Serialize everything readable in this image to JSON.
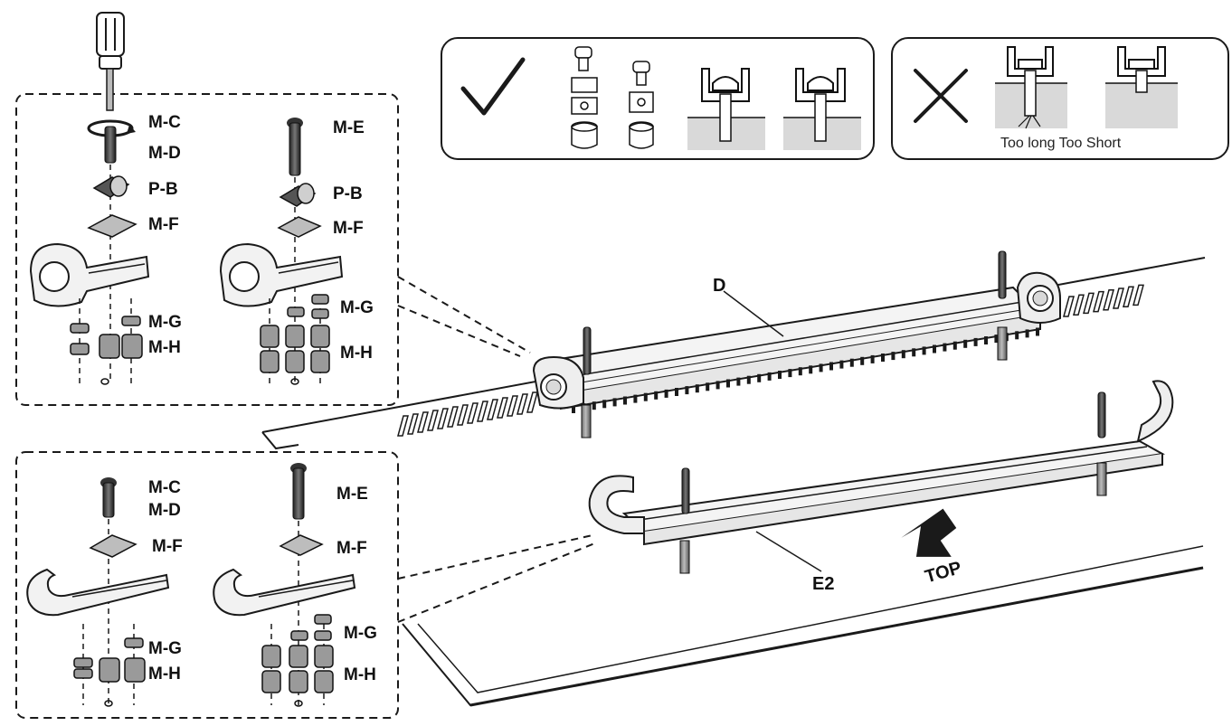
{
  "colors": {
    "ink": "#1a1a1a",
    "shade": "#d9d9d9",
    "mid": "#9a9a9a",
    "background": "#ffffff"
  },
  "top_panel": {
    "labels": {
      "mc": "M-C",
      "md": "M-D",
      "me": "M-E",
      "pb": "P-B",
      "mf": "M-F",
      "mg": "M-G",
      "mh": "M-H"
    }
  },
  "bottom_panel": {
    "labels": {
      "mc": "M-C",
      "md": "M-D",
      "me": "M-E",
      "mf": "M-F",
      "mg": "M-G",
      "mh": "M-H"
    }
  },
  "correct_box": {
    "icon": "check-icon"
  },
  "wrong_box": {
    "icon": "cross-icon",
    "caption": "Too long Too Short"
  },
  "main": {
    "bracket_d_label": "D",
    "bracket_e2_label": "E2",
    "top_label": "TOP",
    "arrow_icon": "up-arrow-icon"
  }
}
